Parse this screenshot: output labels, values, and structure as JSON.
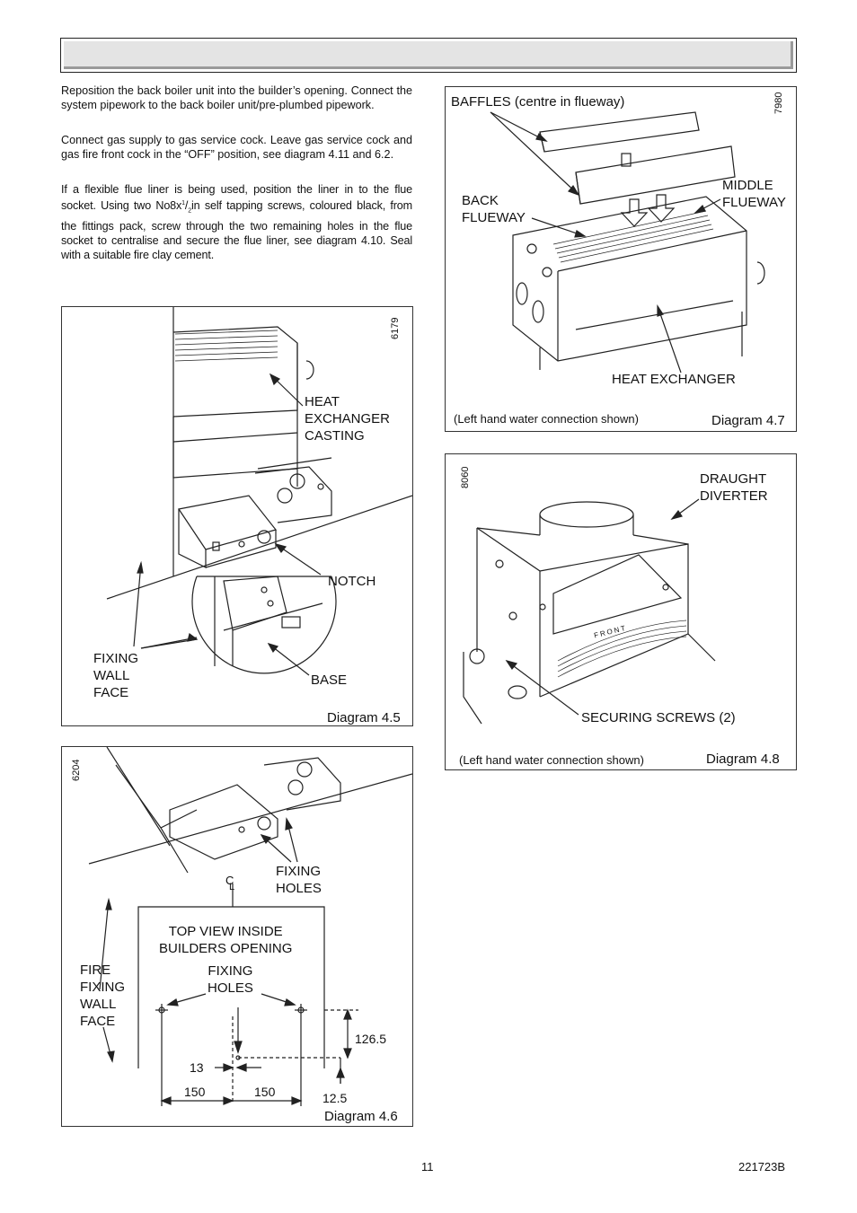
{
  "header": {
    "title": ""
  },
  "body_text": {
    "p1": "Reposition the back boiler unit into the builder’s opening. Connect the system pipework to the back boiler unit/pre-plumbed pipework.",
    "p2": "Connect gas supply to gas service cock. Leave gas service cock and gas fire front cock in the “OFF” position, see diagram 4.11 and 6.2.",
    "p3_a": "If a flexible flue liner is being used, position the liner in to the flue socket. Using two No8x",
    "p3_sup": "1",
    "p3_slash": "/",
    "p3_sub": "2",
    "p3_b": "in self tapping screws, coloured black, from the fittings pack, screw through the two remaining holes in the flue socket to centralise and secure the flue liner, see diagram 4.10. Seal with a suitable fire clay cement."
  },
  "diagram_4_5": {
    "code": "6179",
    "heat_exchanger_casting": "HEAT\nEXCHANGER\nCASTING",
    "notch": "NOTCH",
    "fixing_wall_face": "FIXING\nWALL\nFACE",
    "base": "BASE",
    "caption": "Diagram 4.5"
  },
  "diagram_4_6": {
    "code": "6204",
    "cl_c": "C",
    "cl_l": "L",
    "fixing_holes_top": "FIXING\nHOLES",
    "top_view": "TOP VIEW INSIDE\nBUILDERS OPENING",
    "fire_fixing_wall_face": "FIRE\nFIXING\nWALL\nFACE",
    "fixing_holes_plan": "FIXING\nHOLES",
    "dim_126_5": "126.5",
    "dim_13": "13",
    "dim_150_left": "150",
    "dim_150_right": "150",
    "dim_12_5": "12.5",
    "caption": "Diagram 4.6"
  },
  "diagram_4_7": {
    "code": "7980",
    "baffles": "BAFFLES (centre in flueway)",
    "back_flueway": "BACK\nFLUEWAY",
    "middle_flueway": "MIDDLE\nFLUEWAY",
    "heat_exchanger": "HEAT EXCHANGER",
    "note": "(Left hand water connection shown)",
    "caption": "Diagram 4.7"
  },
  "diagram_4_8": {
    "code": "8060",
    "draught_diverter": "DRAUGHT\nDIVERTER",
    "front_mark": "FRONT",
    "securing_screws": "SECURING SCREWS (2)",
    "note": "(Left hand water connection shown)",
    "caption": "Diagram 4.8"
  },
  "footer": {
    "page_number": "11",
    "document_code": "221723B"
  }
}
